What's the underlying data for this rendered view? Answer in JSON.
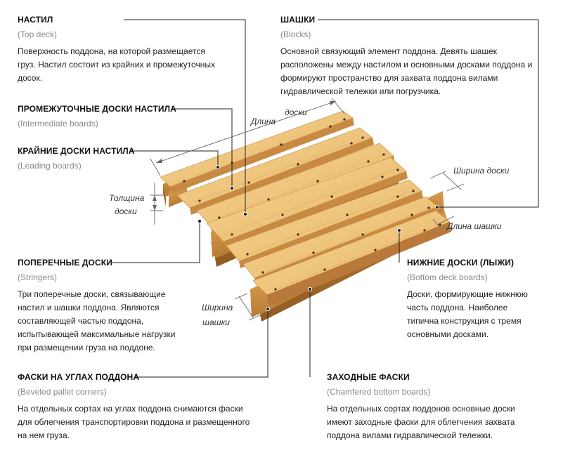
{
  "top_deck": {
    "title": "НАСТИЛ",
    "subtitle": "(Top deck)",
    "description": "Поверхность поддона, на которой размещается груз. Настил состоит из крайних и промежуточных досок."
  },
  "intermediate_boards": {
    "title": "ПРОМЕЖУТОЧНЫЕ ДОСКИ НАСТИЛА",
    "subtitle": "(Intermediate boards)"
  },
  "leading_boards": {
    "title": "КРАЙНИЕ ДОСКИ НАСТИЛА",
    "subtitle": "(Leading boards)"
  },
  "stringers": {
    "title": "ПОПЕРЕЧНЫЕ ДОСКИ",
    "subtitle": "(Stringers)",
    "description": "Три поперечные доски, связывающие настил и шашки поддона. Являются составляющей частью поддона, испытывающей максимальные нагрузки при размещении груза на поддоне."
  },
  "beveled_corners": {
    "title": "ФАСКИ НА УГЛАХ ПОДДОНА",
    "subtitle": "(Beveled pallet corners)",
    "description": "На отдельных сортах на углах поддона снимаются фаски для облегчения транспортировки поддона и размещенного на нем груза."
  },
  "blocks": {
    "title": "ШАШКИ",
    "subtitle": "(Blocks)",
    "description": "Основной связующий элемент поддона. Девять шашек расположены между настилом и основными досками поддона и формируют пространство для захвата поддона вилами гидравлической тележки или погрузчика."
  },
  "bottom_deck_boards": {
    "title": "НИЖНИЕ ДОСКИ (ЛЫЖИ)",
    "subtitle": "(Bottom deck boards)",
    "description": "Доски, формирующие нижнюю часть поддона. Наиболее типична конструкция с тремя основными досками."
  },
  "chamfered_bottom_boards": {
    "title": "ЗАХОДНЫЕ ФАСКИ",
    "subtitle": "(Chamfered bottom boards)",
    "description": "На отдельных сортах поддонов основные доски имеют заходные фаски для облегчения захвата поддона вилами гидравлической тележки."
  },
  "dimensions": {
    "board_length_a": "Длина",
    "board_length_b": "доски",
    "board_width": "Ширина доски",
    "block_length": "Длина шашки",
    "board_thickness_a": "Толщина",
    "board_thickness_b": "доски",
    "block_width_a": "Ширина",
    "block_width_b": "шашки"
  },
  "colors": {
    "wood_light": "#f2cf8a",
    "wood_mid": "#e0ad5e",
    "wood_dark": "#b57a35",
    "leader_line": "#222222",
    "dimension_line": "#666666"
  }
}
